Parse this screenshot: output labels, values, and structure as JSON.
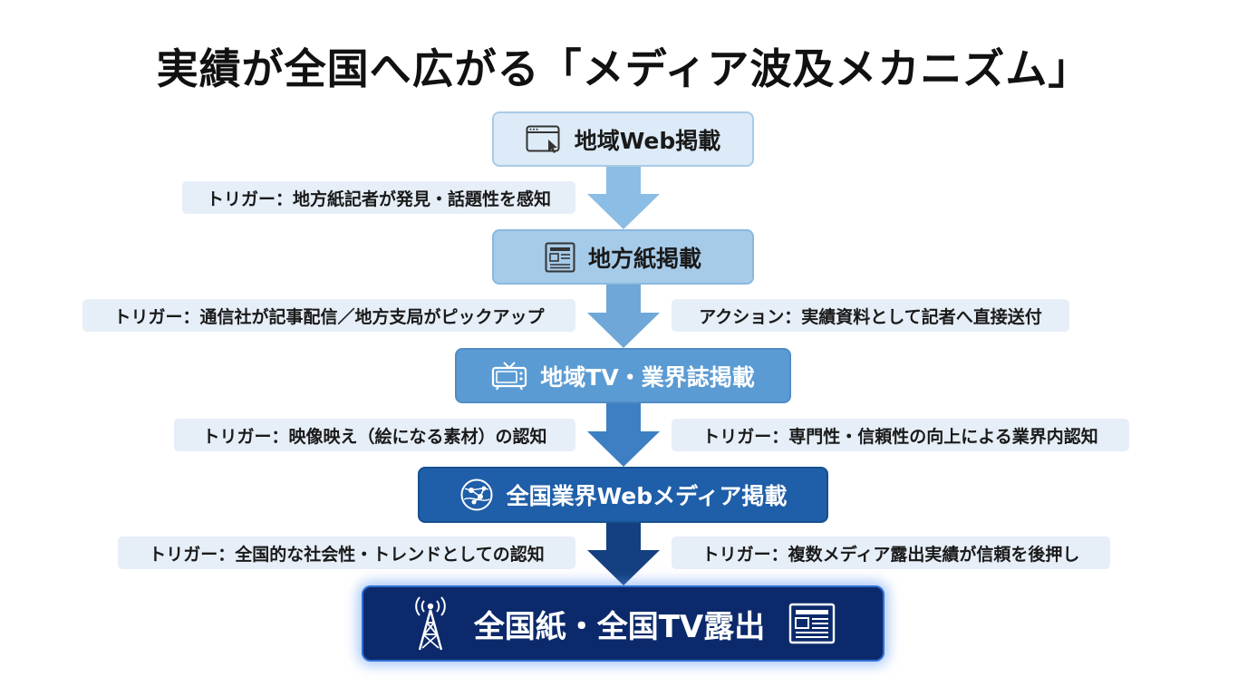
{
  "title": "実績が全国へ広がる「メディア波及メカニズム」",
  "stages": [
    {
      "label": "地域Web掲載",
      "icon": "browser-window-icon"
    },
    {
      "label": "地方紙掲載",
      "icon": "newspaper-icon"
    },
    {
      "label": "地域TV・業界誌掲載",
      "icon": "tv-icon"
    },
    {
      "label": "全国業界Webメディア掲載",
      "icon": "network-globe-icon"
    },
    {
      "label": "全国紙・全国TV露出",
      "icon": "broadcast-tower-icon",
      "icon_right": "newspaper-icon"
    }
  ],
  "notes": {
    "n1": "トリガー：地方紙記者が発見・話題性を感知",
    "n2": "トリガー：通信社が記事配信／地方支局がピックアップ",
    "n3": "アクション：実績資料として記者へ直接送付",
    "n4": "トリガー：映像映え（絵になる素材）の認知",
    "n5": "トリガー：専門性・信頼性の向上による業界内認知",
    "n6": "トリガー：全国的な社会性・トレンドとしての認知",
    "n7": "トリガー：複数メディア露出実績が信頼を後押し"
  },
  "colors": {
    "stage1": "#dcebf7",
    "stage2": "#a6cbe9",
    "stage3": "#5b9bd3",
    "stage4": "#1f5ea8",
    "stage5": "#0c2a6b",
    "note_bg": "#e6eef7"
  }
}
